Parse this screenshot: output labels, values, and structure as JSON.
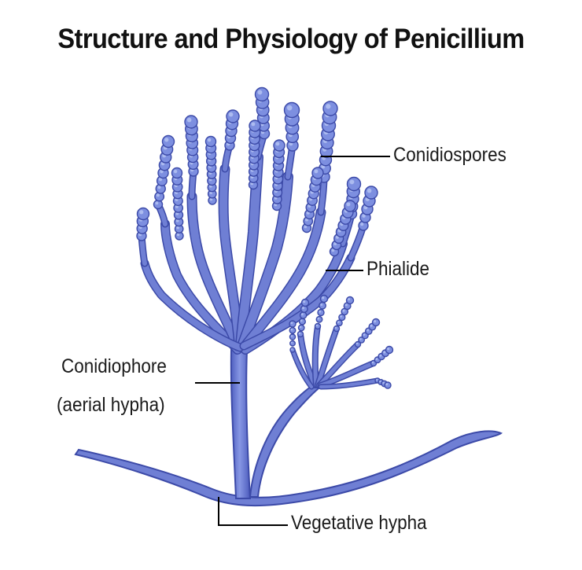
{
  "title": "Structure and Physiology of Penicillium",
  "labels": {
    "conidiospores": "Conidiospores",
    "phialide": "Phialide",
    "conidiophore_line1": "Conidiophore",
    "conidiophore_line2": "(aerial hypha)",
    "vegetative_hypha": "Vegetative hypha"
  },
  "colors": {
    "hypha_fill": "#6f7fd4",
    "hypha_outline": "#3c4aa8",
    "spore_fill": "#7d8fe0",
    "spore_highlight": "#b8c6f4",
    "leader_line": "#000000"
  }
}
